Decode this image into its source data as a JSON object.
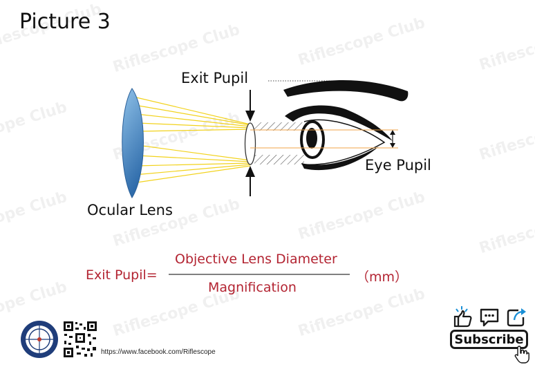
{
  "title": "Picture 3",
  "watermark": "Riflescope Club",
  "labels": {
    "exit_pupil": "Exit Pupil",
    "eye_pupil": "Eye Pupil",
    "ocular_lens": "Ocular Lens"
  },
  "formula": {
    "lhs": "Exit Pupil=",
    "numerator": "Objective Lens Diameter",
    "denominator": "Magnification",
    "unit": "（mm）"
  },
  "footer": {
    "facebook_url": "https://www.facebook.com/Riflescope",
    "subscribe_label": "Subscribe"
  },
  "icons": [
    "like-icon",
    "comment-icon",
    "share-icon",
    "cursor-hand-icon",
    "club-seal-icon",
    "qr-code-icon"
  ],
  "colors": {
    "lens_gradient_top": "#8fc1e8",
    "lens_gradient_bottom": "#2f6cab",
    "light_rays": "#f2d21b",
    "pupil_lines": "#f0a347",
    "formula_text": "#b32432",
    "ink": "#111111"
  }
}
